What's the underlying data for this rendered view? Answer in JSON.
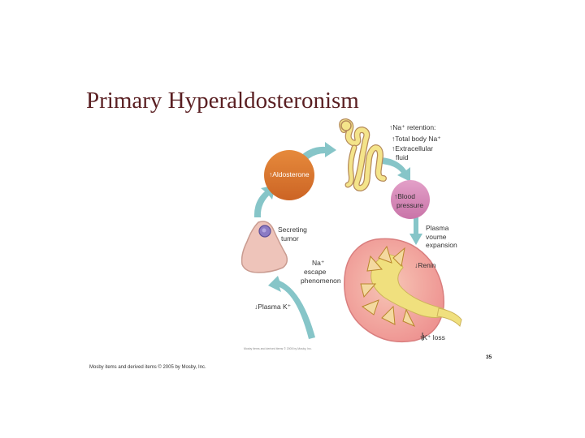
{
  "title": "Primary Hyperaldosteronism",
  "labels": {
    "na_retention": "Na⁺ retention:",
    "total_body_na": "Total body Na⁺",
    "extracellular": "Extracellular",
    "fluid": "fluid",
    "aldosterone": "Aldosterone",
    "blood": "Blood",
    "pressure": "pressure",
    "plasma": "Plasma",
    "volume": "voume",
    "expansion": "expansion",
    "renin": "Renin",
    "k_loss": "K⁺ loss",
    "secreting": "Secreting",
    "tumor": "tumor",
    "na_escape": "Na⁺",
    "escape": "escape",
    "phenomenon": "phenomenon",
    "plasma_k": "Plasma K⁺"
  },
  "slide_number": "35",
  "image_credit": "Mosby items and derived items © 2005 by Mosby, Inc.",
  "figure_credit": "Mosby items and derived items © 2005 by Mosby, Inc.",
  "colors": {
    "title": "#5a1f22",
    "aldosterone_circle": "#d9772f",
    "blood_pressure_circle": "#d486b5",
    "arrows": "#86c5c8",
    "kidney_outer": "#f2a6a0",
    "medulla": "#f0e07e",
    "tumor": "#eec4ba",
    "tumor_nucleus": "#8b7bc4"
  }
}
